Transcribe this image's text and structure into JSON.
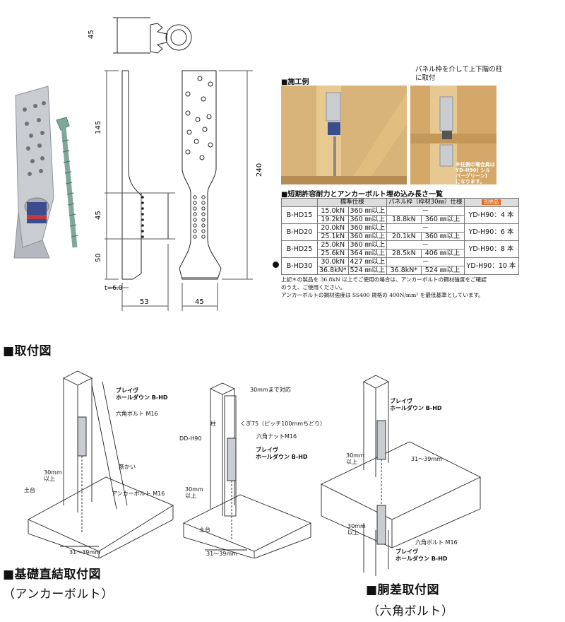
{
  "dimensions": {
    "d45_top": "45",
    "d145": "145",
    "d45_mid": "45",
    "d50": "50",
    "d240": "240",
    "thickness": "t=6.0",
    "w53": "53",
    "w45": "45"
  },
  "construction_example": {
    "heading": "■施工例",
    "right_caption_line1": "パネル枠を介して上下階の柱",
    "right_caption_line2": "に取付",
    "photo_note_line1": "※柱側の場合員は",
    "photo_note_line2": "YD-H90( シル",
    "photo_note_line3": "バーグリーン)",
    "photo_note_line4": "になります。"
  },
  "table": {
    "heading": "■短期許容耐力とアンカーボルト埋め込み長さ一覧",
    "col_standard": "標準仕様",
    "col_panel": "パネル枠（枠材30㎜）仕様",
    "col_badge": "別売品",
    "rows": [
      {
        "model": "B-HD15",
        "a1": "15.0kN",
        "a2": "360 ㎜以上",
        "b1": "19.2kN",
        "b2": "360 ㎜以上",
        "p1": "－",
        "p2": "",
        "q1": "18.8kN",
        "q2": "360 ㎜以上",
        "acc": "YD-H90：4 本"
      },
      {
        "model": "B-HD20",
        "a1": "20.0kN",
        "a2": "360 ㎜以上",
        "b1": "25.1kN",
        "b2": "360 ㎜以上",
        "p1": "－",
        "p2": "",
        "q1": "20.1kN",
        "q2": "360 ㎜以上",
        "acc": "YD-H90：6 本"
      },
      {
        "model": "B-HD25",
        "a1": "25.0kN",
        "a2": "360 ㎜以上",
        "b1": "25.6kN",
        "b2": "364 ㎜以上",
        "p1": "－",
        "p2": "",
        "q1": "28.5kN",
        "q2": "406 ㎜以上",
        "acc": "YD-H90：8 本"
      },
      {
        "model": "B-HD30",
        "a1": "30.0kN",
        "a2": "427 ㎜以上",
        "b1": "36.8kN*",
        "b2": "524 ㎜以上",
        "p1": "－",
        "p2": "",
        "q1": "36.8kN*",
        "q2": "524 ㎜以上",
        "acc": "YD-H90：10 本"
      }
    ],
    "note1": "上記＊の製品を 36.8kN 以上でご使用の場合は、アンカーボルトの鋼材強度をご確認",
    "note2": "のうえ、ご使用ください。",
    "note3": "アンカーボルトの鋼材強度は SS400 規格の 400N/mm² を最低基準としています。"
  },
  "install": {
    "heading": "■取付図",
    "foundation_heading": "■基礎直結取付図",
    "foundation_sub": "（アンカーボルト）",
    "beam_heading": "■胴差取付図",
    "beam_sub": "（六角ボルト）",
    "d1": {
      "brave_line1": "ブレイヴ",
      "brave_line2": "ホールダウン B-HD",
      "hex_bolt": "六角ボルト M16",
      "brace": "筋かい",
      "gap_line1": "30mm",
      "gap_line2": "以上",
      "sill": "土台",
      "anchor": "アンカーボルト M16",
      "range": "31～39mm"
    },
    "d2": {
      "compat": "30mmまで対応",
      "pillar": "柱",
      "nail": "くぎ75（ピッチ100mmちどり）",
      "hex_nut": "六角ナットM16",
      "dd": "DD-H90",
      "brave_line1": "ブレイヴ",
      "brave_line2": "ホールダウン B-HD",
      "gap_line1": "30mm",
      "gap_line2": "以上",
      "sill": "土台",
      "range": "31～39mm"
    },
    "d3": {
      "brave_top_line1": "ブレイヴ",
      "brave_top_line2": "ホールダウン B-HD",
      "gap_top_line1": "30mm",
      "gap_top_line2": "以上",
      "range": "31～39mm",
      "gap_bot_line1": "30mm",
      "gap_bot_line2": "以上",
      "hex_bolt": "六角ボルト M16",
      "brave_bot_line1": "ブレイヴ",
      "brave_bot_line2": "ホールダウン B-HD"
    }
  },
  "colors": {
    "steel": "#c9ccd1",
    "screw": "#7fa89a",
    "wood": "#d4a868",
    "badge": "#e06a1c"
  }
}
